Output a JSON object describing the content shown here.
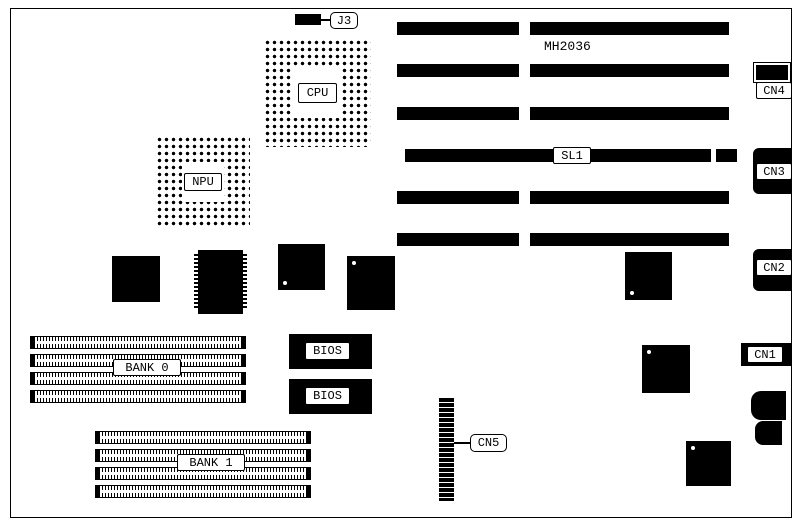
{
  "colors": {
    "ink": "#000000",
    "paper": "#ffffff"
  },
  "board": {
    "model": "MH2036",
    "j3_label": "J3",
    "cpu_label": "CPU",
    "npu_label": "NPU",
    "sl1_label": "SL1",
    "bios_top_label": "BIOS",
    "bios_bottom_label": "BIOS",
    "bank0_label": "BANK 0",
    "bank1_label": "BANK 1",
    "cn5_label": "CN5",
    "cn4_label": "CN4",
    "cn3_label": "CN3",
    "cn2_label": "CN2",
    "cn1_label": "CN1"
  }
}
